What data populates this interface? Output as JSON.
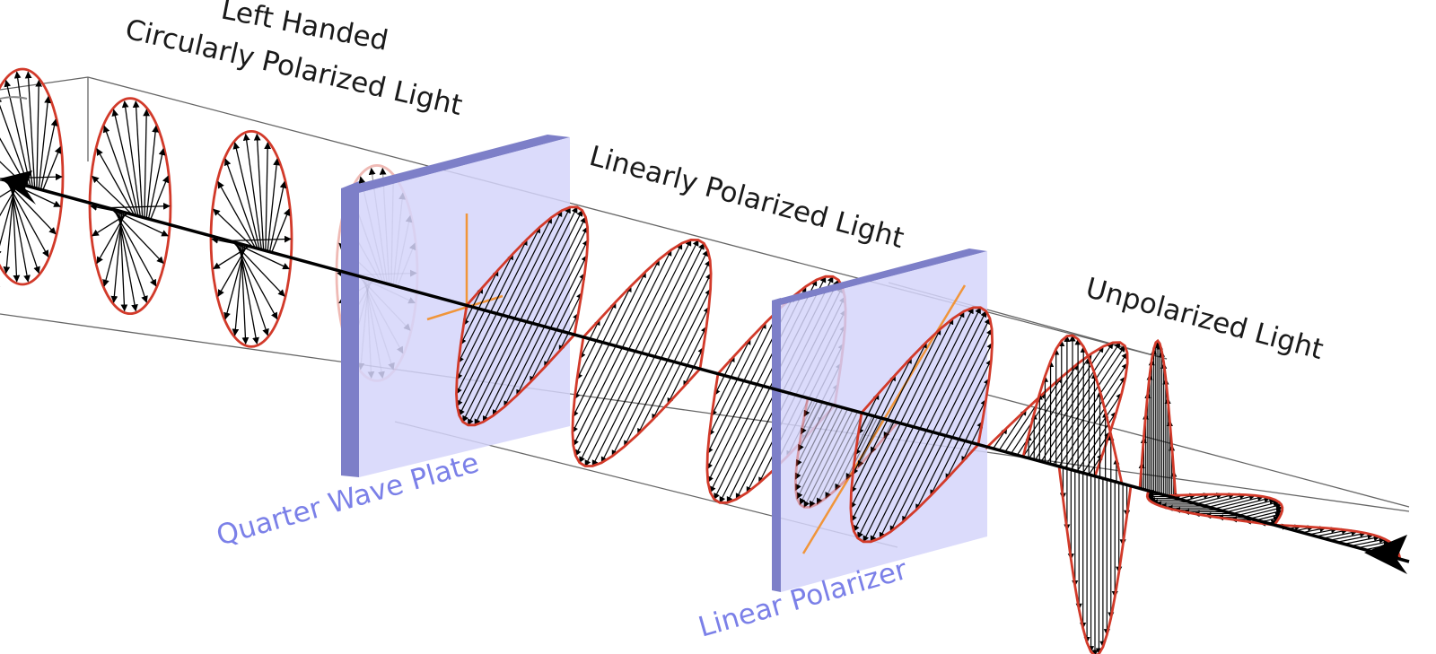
{
  "labels": {
    "circular_line1": "Left Handed",
    "circular_line2": "Circularly Polarized Light",
    "linear_light": "Linearly Polarized Light",
    "unpolarized": "Unpolarized Light",
    "quarter_wave_plate": "Quarter Wave Plate",
    "linear_polarizer": "Linear Polarizer"
  },
  "colors": {
    "envelope": "#d23a2a",
    "plate_face": "#d5d5fa",
    "plate_edge": "#7d7fc8",
    "plate_label": "#7b80e8",
    "transmission_axis": "#f0953a",
    "arrows": "#000000"
  },
  "icons": {
    "propagation": "arrow-left-icon",
    "source": "arrow-left-icon"
  }
}
